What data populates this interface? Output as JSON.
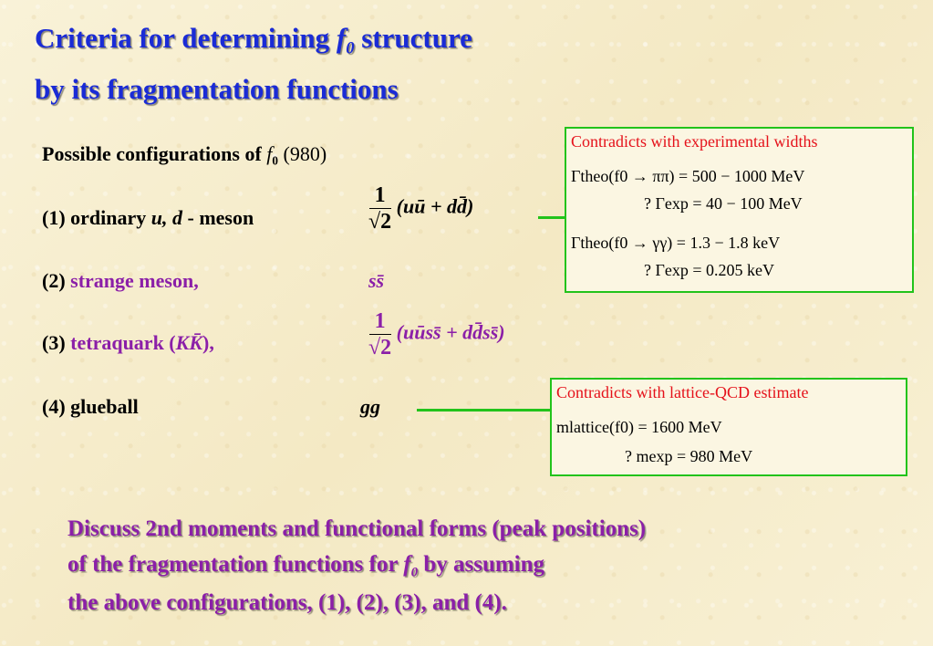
{
  "title": {
    "line1_prefix": "Criteria for determining",
    "line1_symbol": "f",
    "line1_subscript": "0",
    "line1_suffix": "structure",
    "line2": "by its fragmentation functions"
  },
  "configs": {
    "heading_text": "Possible configurations of",
    "heading_symbol": "f",
    "heading_sub": "0",
    "heading_mass": "(980)",
    "item1_label": "(1)  ordinary",
    "item1_quarks": "u, d",
    "item1_suffix": "- meson",
    "item1_formula": "(uū + dd̄)",
    "item2_label": "(2)",
    "item2_name": "strange meson,",
    "item2_formula": "ss̄",
    "item3_label": "(3)",
    "item3_name": "tetraquark (",
    "item3_kk": "KK̄",
    "item3_close": "),",
    "item3_formula": "(uūss̄ + dd̄ss̄)",
    "item4_label": "(4)  glueball",
    "item4_formula": "gg",
    "frac_num": "1",
    "frac_den": "√2"
  },
  "box1": {
    "header": "Contradicts with experimental widths",
    "row1": "Γtheo(f0 → ππ) = 500 − 1000 MeV",
    "row2": "?   Γexp = 40 − 100 MeV",
    "row3": "Γtheo(f0 → γγ) = 1.3 − 1.8 keV",
    "row4": "?   Γexp = 0.205 keV"
  },
  "box2": {
    "header": "Contradicts with lattice-QCD estimate",
    "row1": "mlattice(f0) = 1600 MeV",
    "row2": "?   mexp = 980 MeV"
  },
  "bottom": {
    "line1": "Discuss 2nd moments and functional forms (peak positions)",
    "line2_prefix": "of the fragmentation functions for",
    "line2_symbol": "f",
    "line2_sub": "0",
    "line2_suffix": "by assuming",
    "line3": "the above configurations, (1), (2), (3), and (4)."
  },
  "colors": {
    "title": "#1a2bd6",
    "purple": "#8b1fa8",
    "box_border": "#22c31b",
    "box_header": "#e5111a",
    "background": "#f7efcf"
  }
}
